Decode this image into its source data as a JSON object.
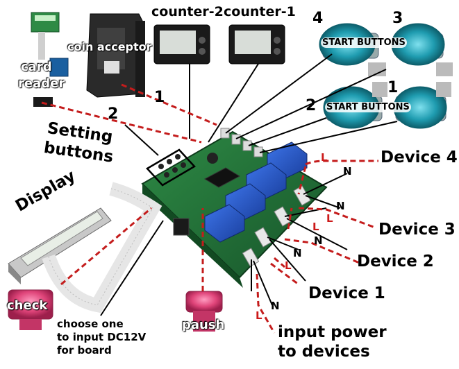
{
  "labels": {
    "coin_acceptor": "coin acceptor",
    "counter2": "counter-2",
    "counter1": "counter-1",
    "card": "card",
    "reader": "reader",
    "start_buttons_top": "START BUTTONS",
    "start_buttons_mid": "START BUTTONS",
    "num_4": "4",
    "num_3": "3",
    "num_2": "2",
    "num_1": "1",
    "wire_1": "1",
    "wire_2": "2",
    "setting": "Setting",
    "buttons": "buttons",
    "display": "Display",
    "check": "check",
    "choose_line1": "choose one",
    "choose_line2": "to input DC12V",
    "choose_line3": "for board",
    "paush": "paush",
    "input_power_line1": "input power",
    "input_power_line2": "to devices",
    "device4": "Device 4",
    "device3": "Device 3",
    "device2": "Device 2",
    "device1": "Device 1",
    "L": "L",
    "N": "N"
  },
  "colors": {
    "red_wire": "#c41c1c",
    "board": "#1f6b33",
    "relay": "#1d4fc4",
    "button_blue": "#1f9cb0",
    "button_pink": "#e0457a"
  }
}
